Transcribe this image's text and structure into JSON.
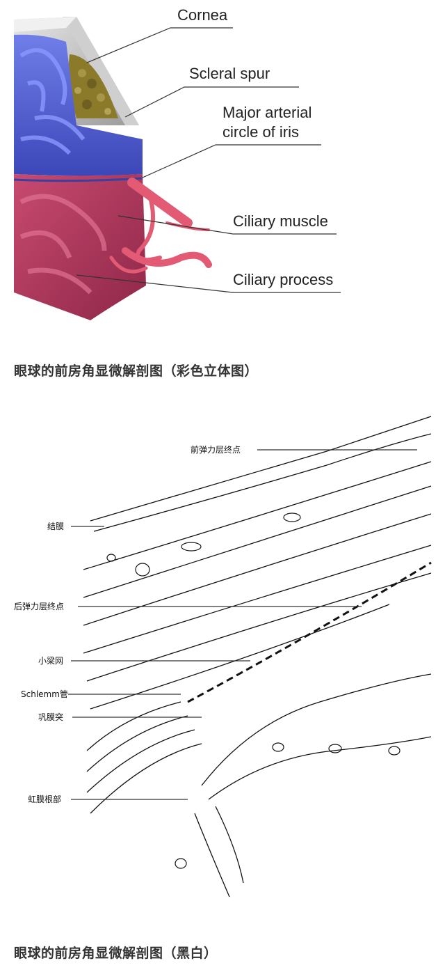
{
  "color_figure": {
    "labels": [
      {
        "id": "cornea",
        "text": "Cornea"
      },
      {
        "id": "scleral_spur",
        "text": "Scleral spur"
      },
      {
        "id": "major_arterial_1",
        "text": "Major arterial"
      },
      {
        "id": "major_arterial_2",
        "text": "circle of iris"
      },
      {
        "id": "ciliary_muscle",
        "text": "Ciliary muscle"
      },
      {
        "id": "ciliary_process",
        "text": "Ciliary process"
      }
    ],
    "caption": "眼球的前房角显微解剖图（彩色立体图）"
  },
  "bw_figure": {
    "labels": [
      {
        "id": "anterior_limiting",
        "text": "前弹力层终点"
      },
      {
        "id": "conjunctiva",
        "text": "结膜"
      },
      {
        "id": "posterior_limiting",
        "text": "后弹力层终点"
      },
      {
        "id": "trabecular",
        "text": "小梁网"
      },
      {
        "id": "schlemm",
        "text": "Schlemm管"
      },
      {
        "id": "scleral_spur",
        "text": "巩膜突"
      },
      {
        "id": "iris_root",
        "text": "虹膜根部"
      }
    ],
    "caption": "眼球的前房角显微解剖图（黑白）"
  },
  "colors": {
    "cornea_gray": "#b8b8b8",
    "tissue_blue": "#5a6ad8",
    "tissue_pink": "#b83a5e",
    "vessel_red": "#d8506a",
    "sclera_olive": "#8a7a2a"
  }
}
